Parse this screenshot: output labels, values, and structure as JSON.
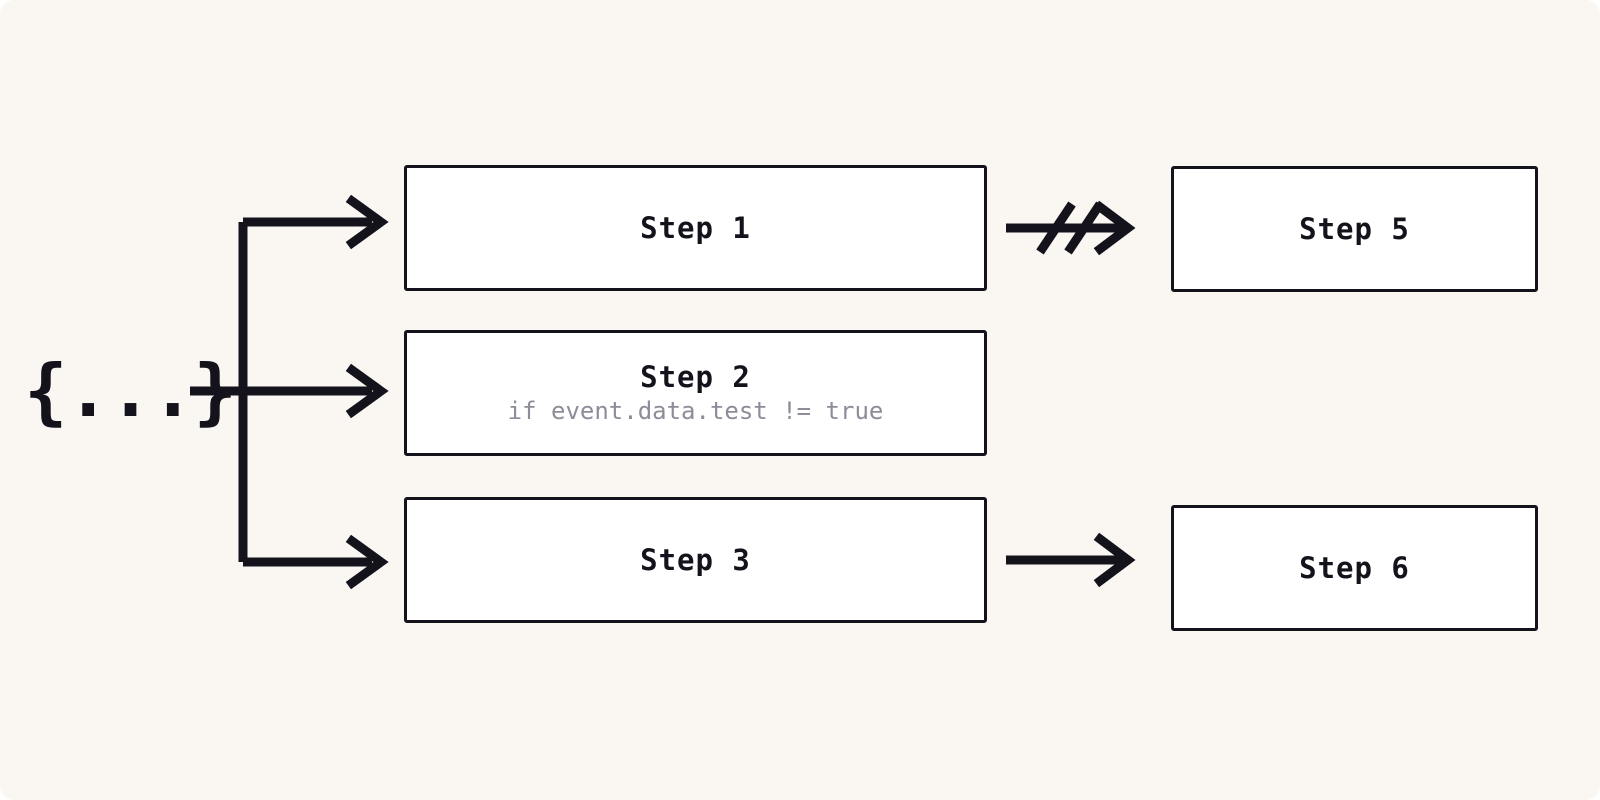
{
  "diagram": {
    "background_color": "#faf7f3",
    "stroke_color": "#14131c",
    "node_fill_color": "#ffffff",
    "muted_text_color": "#8d8d99",
    "source": {
      "label": "{...}",
      "name": "event-payload-source"
    },
    "nodes": [
      {
        "id": "step-1",
        "title": "Step 1",
        "subtitle": ""
      },
      {
        "id": "step-2",
        "title": "Step 2",
        "subtitle": "if event.data.test != true"
      },
      {
        "id": "step-3",
        "title": "Step 3",
        "subtitle": ""
      },
      {
        "id": "step-5",
        "title": "Step 5",
        "subtitle": ""
      },
      {
        "id": "step-6",
        "title": "Step 6",
        "subtitle": ""
      }
    ],
    "edges": [
      {
        "id": "source-to-step-1",
        "from": "{...}",
        "to": "Step 1",
        "style": "solid"
      },
      {
        "id": "source-to-step-2",
        "from": "{...}",
        "to": "Step 2",
        "style": "solid"
      },
      {
        "id": "source-to-step-3",
        "from": "{...}",
        "to": "Step 3",
        "style": "solid"
      },
      {
        "id": "step-1-to-step-5",
        "from": "Step 1",
        "to": "Step 5",
        "style": "slashed"
      },
      {
        "id": "step-3-to-step-6",
        "from": "Step 3",
        "to": "Step 6",
        "style": "solid"
      }
    ]
  }
}
